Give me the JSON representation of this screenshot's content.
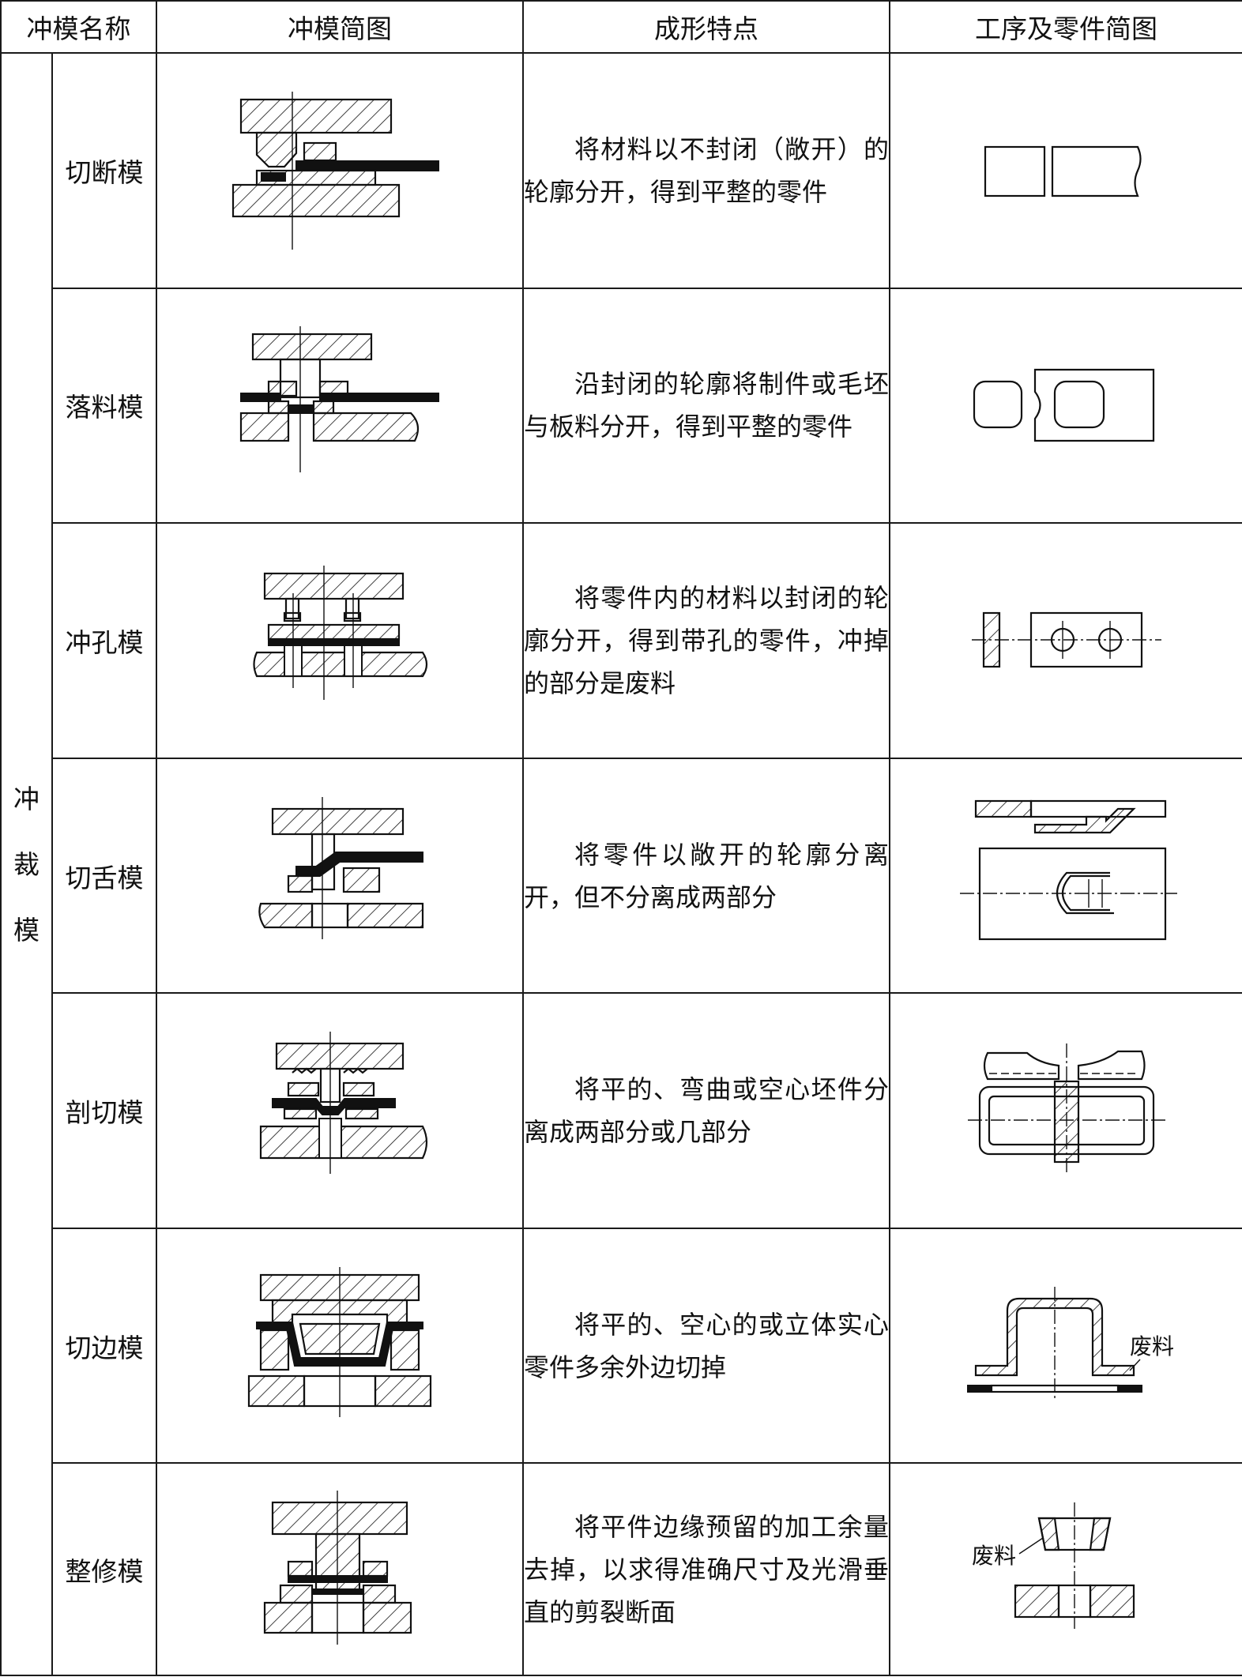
{
  "header": {
    "name": "冲模名称",
    "sketch": "冲模简图",
    "feature": "成形特点",
    "process": "工序及零件简图"
  },
  "group": {
    "chars": [
      "冲",
      "裁",
      "模"
    ]
  },
  "rows": [
    {
      "name": "切断模",
      "desc": "将材料以不封闭（敞开）的轮廓分开，得到平整的零件"
    },
    {
      "name": "落料模",
      "desc": "沿封闭的轮廓将制件或毛坯与板料分开，得到平整的零件"
    },
    {
      "name": "冲孔模",
      "desc": "将零件内的材料以封闭的轮廓分开，得到带孔的零件，冲掉的部分是废料"
    },
    {
      "name": "切舌模",
      "desc": "将零件以敞开的轮廓分离开，但不分离成两部分"
    },
    {
      "name": "剖切模",
      "desc": "将平的、弯曲或空心坯件分离成两部分或几部分"
    },
    {
      "name": "切边模",
      "desc": "将平的、空心的或立体实心零件多余外边切掉",
      "label": "废料"
    },
    {
      "name": "整修模",
      "desc": "将平件边缘预留的加工余量去掉，以求得准确尺寸及光滑垂直的剪裂断面",
      "label": "废料"
    }
  ]
}
